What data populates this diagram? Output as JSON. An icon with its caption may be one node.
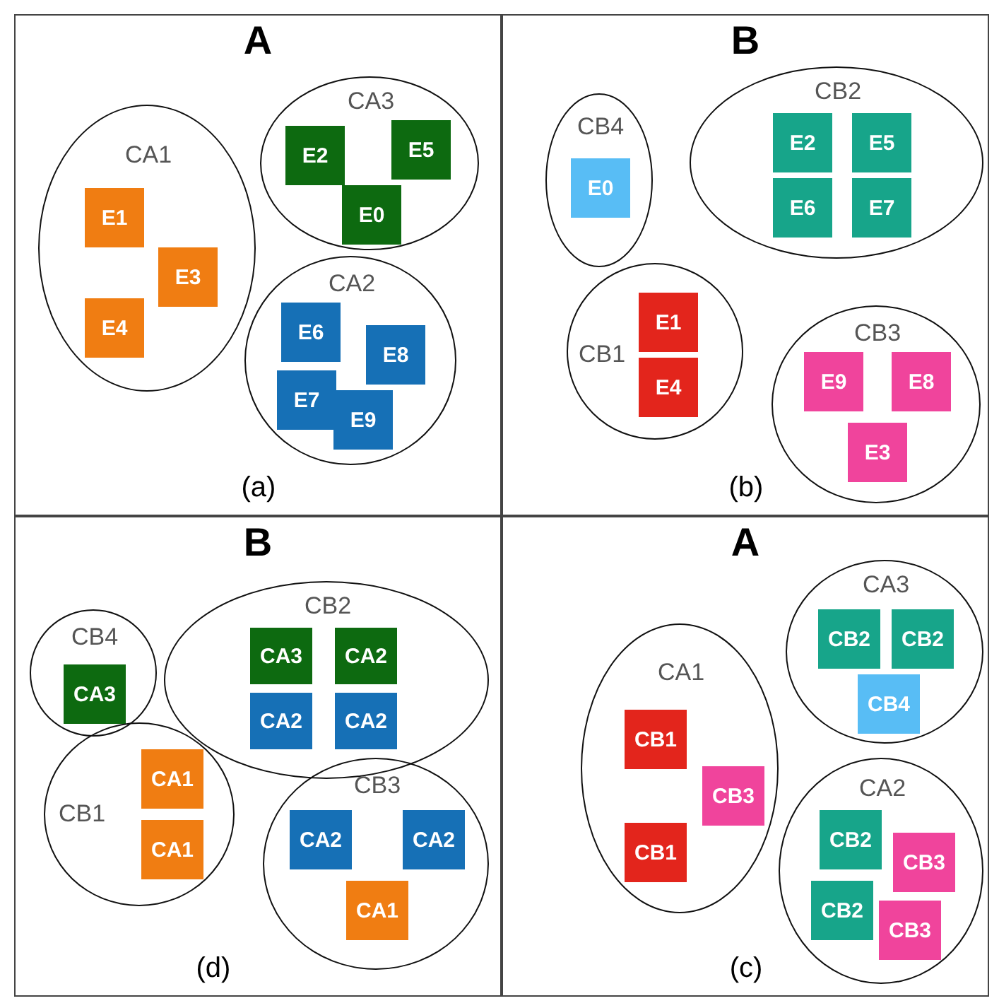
{
  "diagram": {
    "nodes": [
      {
        "text": [
          "A",
          "(a)"
        ]
      },
      {
        "text": [
          "CA3"
        ],
        "in": 0
      },
      {
        "text": [
          "E2"
        ],
        "in": 1
      },
      {
        "text": [
          "E5"
        ],
        "in": 1
      },
      {
        "text": [
          "E0"
        ],
        "in": 1
      },
      {
        "text": [
          "CA1"
        ],
        "in": 0
      },
      {
        "text": [
          "E1"
        ],
        "in": 5
      },
      {
        "text": [
          "E3"
        ],
        "in": 5
      },
      {
        "text": [
          "E4"
        ],
        "in": 5
      },
      {
        "text": [
          "CA2"
        ],
        "in": 0
      },
      {
        "text": [
          "E6"
        ],
        "in": 9
      },
      {
        "text": [
          "E8"
        ],
        "in": 9
      },
      {
        "text": [
          "E7"
        ],
        "in": 9
      },
      {
        "text": [
          "E9"
        ],
        "in": 9
      },
      {
        "text": [
          "B",
          "(b)"
        ]
      },
      {
        "text": [
          "CB4"
        ],
        "in": 14
      },
      {
        "text": [
          "E0"
        ],
        "in": 15
      },
      {
        "text": [
          "CB2"
        ],
        "in": 14
      },
      {
        "text": [
          "E2"
        ],
        "in": 17
      },
      {
        "text": [
          "E5"
        ],
        "in": 17
      },
      {
        "text": [
          "E6"
        ],
        "in": 17
      },
      {
        "text": [
          "E7"
        ],
        "in": 17
      },
      {
        "text": [
          "CB1"
        ],
        "in": 14
      },
      {
        "text": [
          "E1"
        ],
        "in": 22
      },
      {
        "text": [
          "E4"
        ],
        "in": 22
      },
      {
        "text": [
          "CB3"
        ],
        "in": 14
      },
      {
        "text": [
          "E9"
        ],
        "in": 25
      },
      {
        "text": [
          "E8"
        ],
        "in": 25
      },
      {
        "text": [
          "E3"
        ],
        "in": 25
      },
      {
        "text": [
          "B",
          "(d)"
        ]
      },
      {
        "text": [
          "CB4"
        ],
        "in": 29
      },
      {
        "text": [
          "CA3"
        ],
        "in": 30
      },
      {
        "text": [
          "CB2"
        ],
        "in": 29
      },
      {
        "text": [
          "CA3"
        ],
        "in": 32
      },
      {
        "text": [
          "CA2"
        ],
        "in": 32
      },
      {
        "text": [
          "CA2"
        ],
        "in": 32
      },
      {
        "text": [
          "CA2"
        ],
        "in": 32
      },
      {
        "text": [
          "CB1"
        ],
        "in": 29
      },
      {
        "text": [
          "CA1"
        ],
        "in": 37
      },
      {
        "text": [
          "CA1"
        ],
        "in": 37
      },
      {
        "text": [
          "CB3"
        ],
        "in": 29
      },
      {
        "text": [
          "CA2"
        ],
        "in": 40
      },
      {
        "text": [
          "CA2"
        ],
        "in": 40
      },
      {
        "text": [
          "CA1"
        ],
        "in": 40
      },
      {
        "text": [
          "A",
          "(c)"
        ]
      },
      {
        "text": [
          "CA1"
        ],
        "in": 44
      },
      {
        "text": [
          "CB1"
        ],
        "in": 45
      },
      {
        "text": [
          "CB3"
        ],
        "in": 45
      },
      {
        "text": [
          "CB1"
        ],
        "in": 45
      },
      {
        "text": [
          "CA3"
        ],
        "in": 44
      },
      {
        "text": [
          "CB2"
        ],
        "in": 49
      },
      {
        "text": [
          "CB2"
        ],
        "in": 49
      },
      {
        "text": [
          "CB4"
        ],
        "in": 49
      },
      {
        "text": [
          "CA2"
        ],
        "in": 44
      },
      {
        "text": [
          "CB2"
        ],
        "in": 53
      },
      {
        "text": [
          "CB3"
        ],
        "in": 53
      },
      {
        "text": [
          "CB2"
        ],
        "in": 53
      },
      {
        "text": [
          "CB3"
        ],
        "in": 53
      }
    ]
  }
}
